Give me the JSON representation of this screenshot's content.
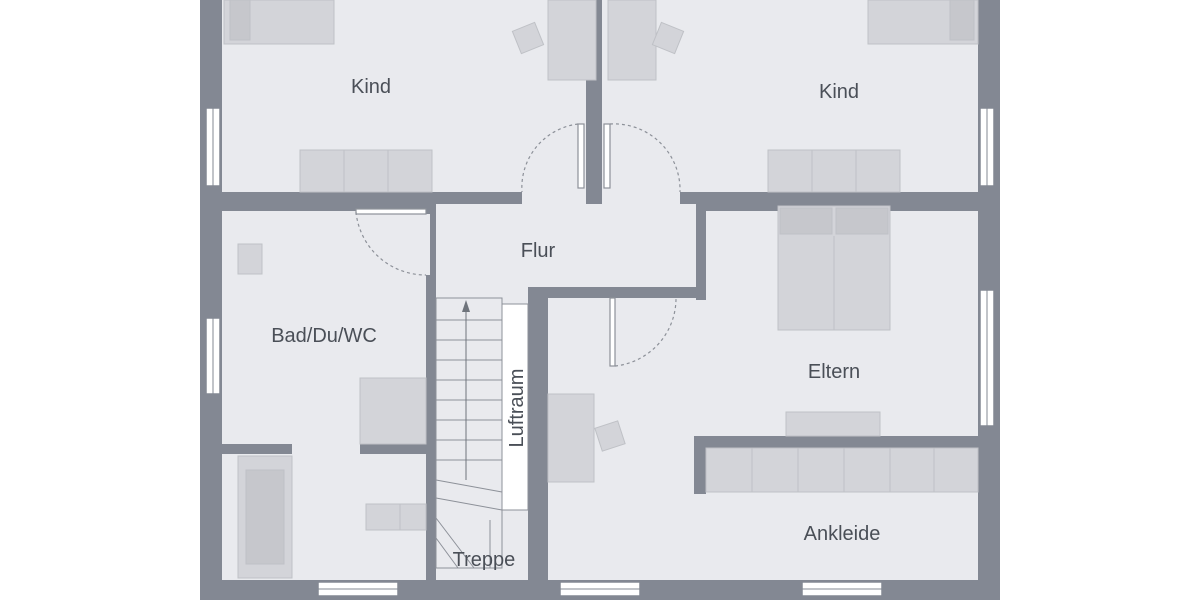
{
  "plan": {
    "colors": {
      "wall": "#838893",
      "floor": "#e9eaee",
      "furniture": "#d3d4d9",
      "furniture_stroke": "#bfc1c6",
      "line": "#8d9199",
      "text": "#4a4f57"
    },
    "rooms": {
      "kind_left": "Kind",
      "kind_right": "Kind",
      "flur": "Flur",
      "bad": "Bad/Du/WC",
      "eltern": "Eltern",
      "ankleide": "Ankleide",
      "treppe": "Treppe",
      "luftraum": "Luftraum"
    }
  }
}
